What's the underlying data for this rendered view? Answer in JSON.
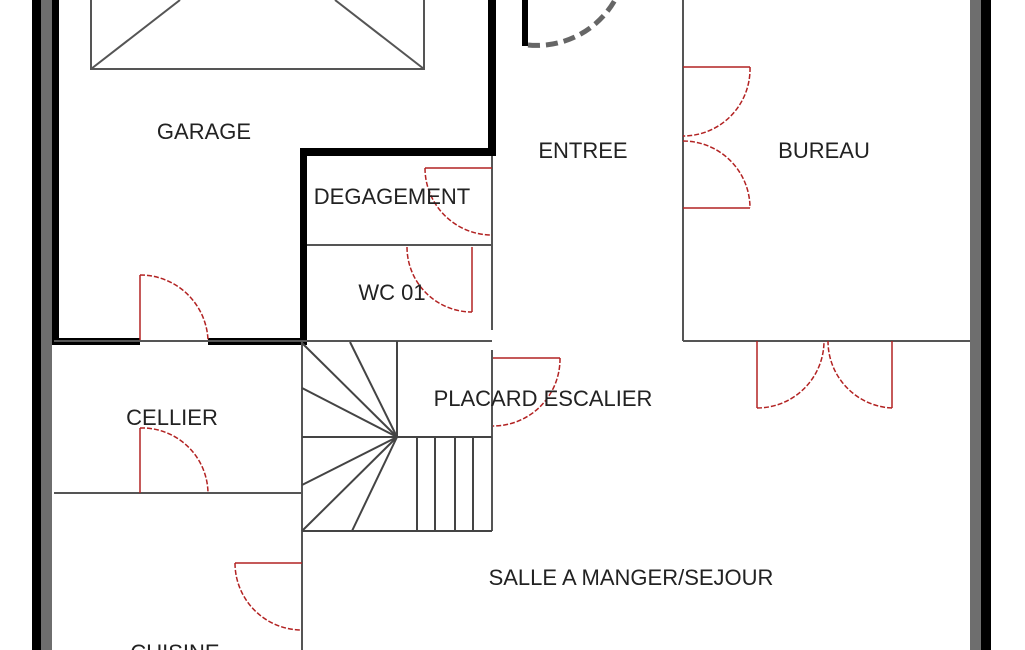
{
  "plan": {
    "rooms": {
      "garage": "GARAGE",
      "degagement": "DEGAGEMENT",
      "wc": "WC 01",
      "entree": "ENTREE",
      "bureau": "BUREAU",
      "cellier": "CELLIER",
      "placard": "PLACARD ESCALIER",
      "sejour": "SALLE A MANGER/SEJOUR",
      "cuisine": "CUISINE"
    },
    "colors": {
      "wall": "#000000",
      "door": "#b22222",
      "outer_wall_fill": "#6e6e6e"
    }
  }
}
